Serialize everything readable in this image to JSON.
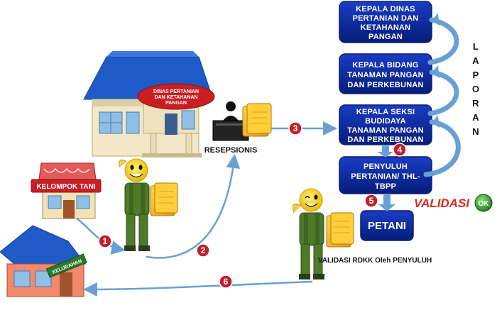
{
  "boxes": {
    "kepala_dinas": [
      "KEPALA DINAS",
      "PERTANIAN DAN",
      "KETAHANAN",
      "PANGAN"
    ],
    "kepala_bidang": [
      "KEPALA BIDANG",
      "TANAMAN PANGAN",
      "DAN PERKEBUNAN"
    ],
    "kepala_seksi": [
      "KEPALA SEKSI",
      "BUDIDAYA",
      "TANAMAN PANGAN",
      "DAN PERKEBUNAN"
    ],
    "penyuluh": [
      "PENYULUH",
      "PERTANIAN/ THL-",
      "TBPP"
    ],
    "petani": "PETANI"
  },
  "laporan_letters": [
    "L",
    "A",
    "P",
    "O",
    "R",
    "A",
    "N"
  ],
  "building_sign": [
    "DINAS PERTANIAN",
    "DAN KETAHANAN",
    "PANGAN"
  ],
  "resepsionis_label": "RESEPSIONIS",
  "kelompok_tani_sign": "KELOMPOK TANI",
  "kelurahan_sign": "KELURAHAN",
  "validasi_label": "VALIDASI",
  "ok_badge": "OK",
  "validasi_rdkk_label": "VALIDASI RDKK Oleh PENYULUH",
  "step_numbers": [
    "1",
    "2",
    "3",
    "4",
    "5",
    "6"
  ],
  "colors": {
    "box_fill": "#0a2a9e",
    "arrow": "#6a9fd4",
    "step_badge": "#c0202a",
    "validasi_red": "#e0281e",
    "ok_green": "#3aa52e"
  }
}
